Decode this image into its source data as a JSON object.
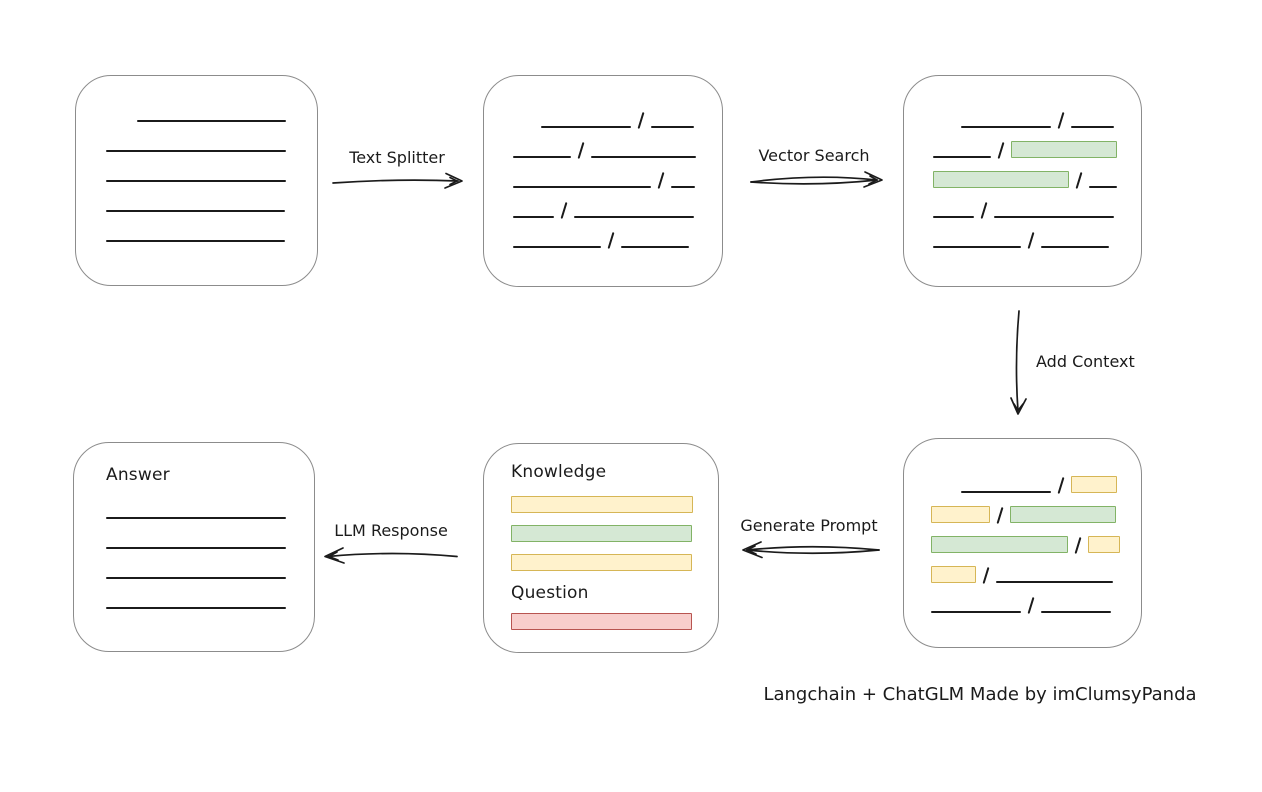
{
  "caption": "Langchain + ChatGLM Made by imClumsyPanda",
  "labels": {
    "text_splitter": "Text Splitter",
    "vector_search": "Vector Search",
    "add_context": "Add Context",
    "generate_prompt": "Generate Prompt",
    "llm_response": "LLM Response"
  },
  "colors": {
    "line": "#1b1b1b",
    "box_border": "#8c8c8c",
    "yellow_fill": "#fff2cc",
    "yellow_border": "#d6b656",
    "green_fill": "#d5e8d4",
    "green_border": "#82b366",
    "red_fill": "#f8cecc",
    "red_border": "#b85450"
  },
  "boxes": {
    "document": {
      "lines": [
        {
          "indent": 31,
          "w": 149
        },
        {
          "indent": 0,
          "w": 180
        },
        {
          "indent": 0,
          "w": 180
        },
        {
          "indent": 0,
          "w": 179
        },
        {
          "indent": 0,
          "w": 179
        }
      ]
    },
    "split_chunks": {
      "rows": [
        {
          "indent": 28,
          "segs": [
            {
              "t": "line",
              "w": 90
            },
            {
              "t": "slash"
            },
            {
              "t": "line",
              "w": 43
            }
          ]
        },
        {
          "indent": 0,
          "segs": [
            {
              "t": "line",
              "w": 58
            },
            {
              "t": "slash"
            },
            {
              "t": "line",
              "w": 105
            }
          ]
        },
        {
          "indent": 0,
          "segs": [
            {
              "t": "line",
              "w": 138
            },
            {
              "t": "slash"
            },
            {
              "t": "line",
              "w": 24
            }
          ]
        },
        {
          "indent": 0,
          "segs": [
            {
              "t": "line",
              "w": 41
            },
            {
              "t": "slash"
            },
            {
              "t": "line",
              "w": 120
            }
          ]
        },
        {
          "indent": 0,
          "segs": [
            {
              "t": "line",
              "w": 88
            },
            {
              "t": "slash"
            },
            {
              "t": "line",
              "w": 68
            }
          ]
        }
      ]
    },
    "vector_matches": {
      "rows": [
        {
          "indent": 28,
          "segs": [
            {
              "t": "line",
              "w": 90
            },
            {
              "t": "slash"
            },
            {
              "t": "line",
              "w": 43
            }
          ]
        },
        {
          "indent": 0,
          "segs": [
            {
              "t": "line",
              "w": 58
            },
            {
              "t": "slash"
            },
            {
              "t": "rect",
              "color": "green",
              "w": 104
            }
          ]
        },
        {
          "indent": 0,
          "segs": [
            {
              "t": "rect",
              "color": "green",
              "w": 134
            },
            {
              "t": "slash"
            },
            {
              "t": "line",
              "w": 28
            }
          ]
        },
        {
          "indent": 0,
          "segs": [
            {
              "t": "line",
              "w": 41
            },
            {
              "t": "slash"
            },
            {
              "t": "line",
              "w": 120
            }
          ]
        },
        {
          "indent": 0,
          "segs": [
            {
              "t": "line",
              "w": 88
            },
            {
              "t": "slash"
            },
            {
              "t": "line",
              "w": 68
            }
          ]
        }
      ]
    },
    "context_chunks": {
      "rows": [
        {
          "indent": 30,
          "segs": [
            {
              "t": "line",
              "w": 90
            },
            {
              "t": "slash"
            },
            {
              "t": "rect",
              "color": "yellow",
              "w": 44
            }
          ]
        },
        {
          "indent": 0,
          "segs": [
            {
              "t": "rect",
              "color": "yellow",
              "w": 57
            },
            {
              "t": "slash"
            },
            {
              "t": "rect",
              "color": "green",
              "w": 104
            }
          ]
        },
        {
          "indent": 0,
          "segs": [
            {
              "t": "rect",
              "color": "green",
              "w": 135
            },
            {
              "t": "slash"
            },
            {
              "t": "rect",
              "color": "yellow",
              "w": 30
            }
          ]
        },
        {
          "indent": 0,
          "segs": [
            {
              "t": "rect",
              "color": "yellow",
              "w": 43
            },
            {
              "t": "slash"
            },
            {
              "t": "line",
              "w": 117
            }
          ]
        },
        {
          "indent": 0,
          "segs": [
            {
              "t": "line",
              "w": 90
            },
            {
              "t": "slash"
            },
            {
              "t": "line",
              "w": 70
            }
          ]
        }
      ]
    },
    "prompt": {
      "knowledge_label": "Knowledge",
      "question_label": "Question",
      "knowledge_bars": [
        {
          "color": "yellow",
          "w": 180
        },
        {
          "color": "green",
          "w": 179
        },
        {
          "color": "yellow",
          "w": 179
        }
      ],
      "question_bars": [
        {
          "color": "red",
          "w": 179
        }
      ]
    },
    "answer": {
      "label": "Answer",
      "lines": [
        {
          "indent": 0,
          "w": 180
        },
        {
          "indent": 0,
          "w": 180
        },
        {
          "indent": 0,
          "w": 180
        },
        {
          "indent": 0,
          "w": 180
        }
      ]
    }
  }
}
